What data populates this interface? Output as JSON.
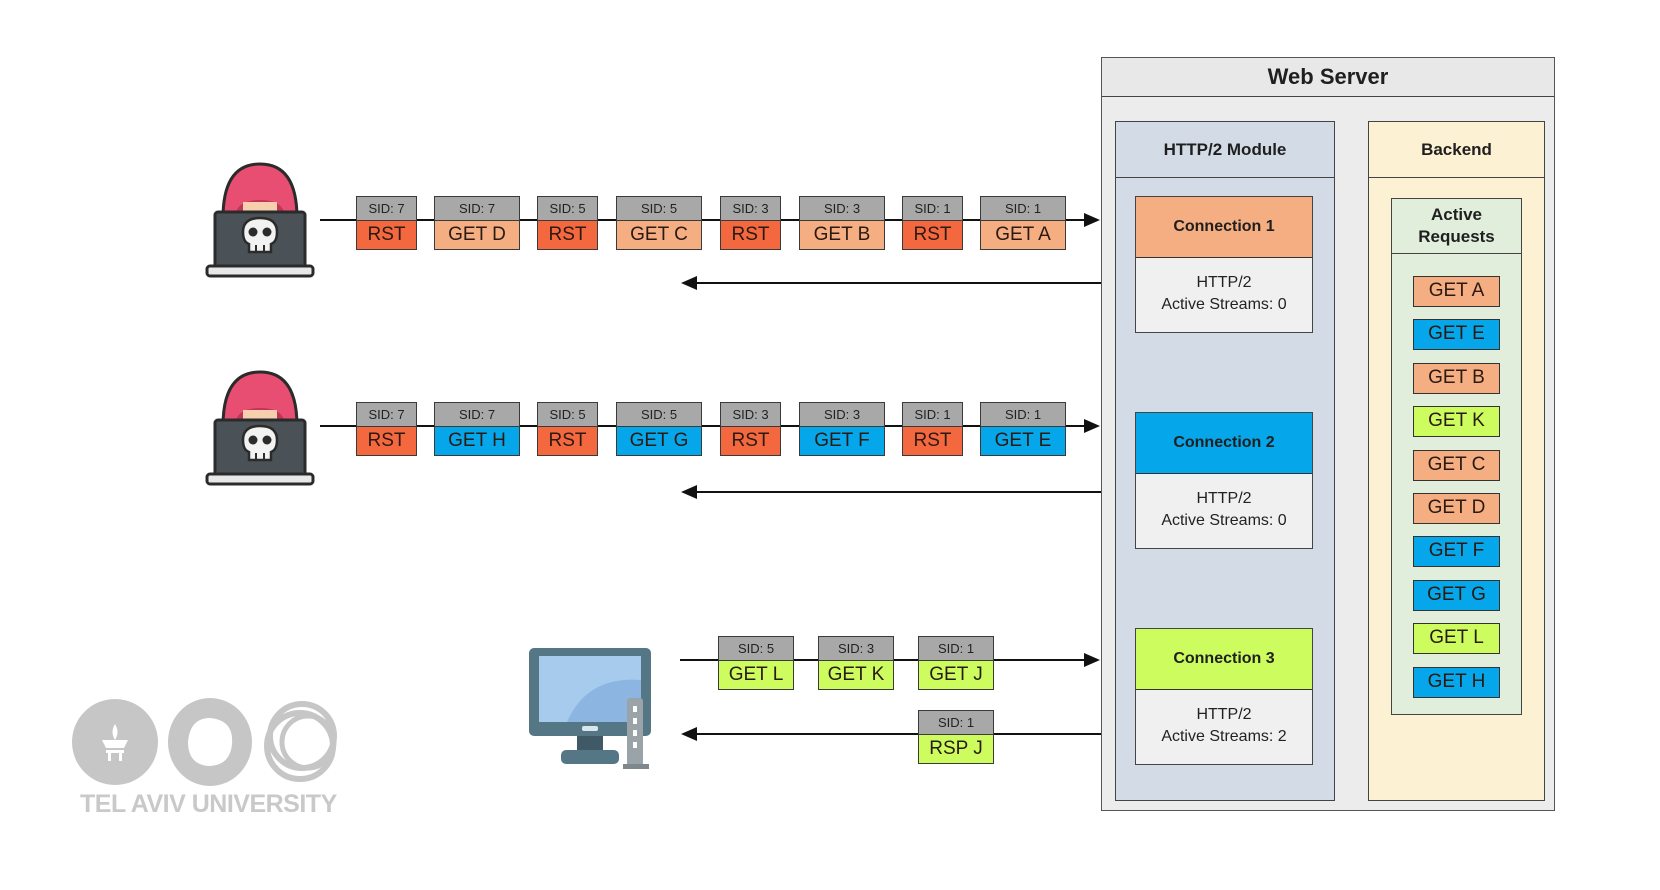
{
  "colors": {
    "rst": "#f4683f",
    "attacker1_get": "#f5ad82",
    "attacker2_get": "#05a7ea",
    "client_get": "#cdfc5e",
    "sid_header": "#a8a8a8",
    "module_bg": "#d3dbe6",
    "backend_bg": "#fdf1d4",
    "active_requests_bg": "#e0eedb"
  },
  "rows": [
    {
      "actor": "attacker",
      "icon": "hacker-laptop-icon",
      "packets": [
        {
          "sid": "SID: 7",
          "label": "RST",
          "kind": "rst"
        },
        {
          "sid": "SID: 7",
          "label": "GET D",
          "kind": "orange"
        },
        {
          "sid": "SID: 5",
          "label": "RST",
          "kind": "rst"
        },
        {
          "sid": "SID: 5",
          "label": "GET C",
          "kind": "orange"
        },
        {
          "sid": "SID: 3",
          "label": "RST",
          "kind": "rst"
        },
        {
          "sid": "SID: 3",
          "label": "GET B",
          "kind": "orange"
        },
        {
          "sid": "SID: 1",
          "label": "RST",
          "kind": "rst"
        },
        {
          "sid": "SID: 1",
          "label": "GET A",
          "kind": "orange"
        }
      ],
      "responses": []
    },
    {
      "actor": "attacker",
      "icon": "hacker-laptop-icon",
      "packets": [
        {
          "sid": "SID: 7",
          "label": "RST",
          "kind": "rst"
        },
        {
          "sid": "SID: 7",
          "label": "GET H",
          "kind": "blue"
        },
        {
          "sid": "SID: 5",
          "label": "RST",
          "kind": "rst"
        },
        {
          "sid": "SID: 5",
          "label": "GET G",
          "kind": "blue"
        },
        {
          "sid": "SID: 3",
          "label": "RST",
          "kind": "rst"
        },
        {
          "sid": "SID: 3",
          "label": "GET F",
          "kind": "blue"
        },
        {
          "sid": "SID: 1",
          "label": "RST",
          "kind": "rst"
        },
        {
          "sid": "SID: 1",
          "label": "GET E",
          "kind": "blue"
        }
      ],
      "responses": []
    },
    {
      "actor": "client",
      "icon": "desktop-computer-icon",
      "packets": [
        {
          "sid": "SID: 5",
          "label": "GET L",
          "kind": "green"
        },
        {
          "sid": "SID: 3",
          "label": "GET K",
          "kind": "green"
        },
        {
          "sid": "SID: 1",
          "label": "GET J",
          "kind": "green"
        }
      ],
      "responses": [
        {
          "sid": "SID: 1",
          "label": "RSP J",
          "kind": "green"
        }
      ]
    }
  ],
  "server": {
    "title": "Web Server",
    "module": {
      "title": "HTTP/2 Module",
      "connections": [
        {
          "title": "Connection 1",
          "protocol": "HTTP/2",
          "streams": "Active Streams: 0",
          "kind": "orange"
        },
        {
          "title": "Connection 2",
          "protocol": "HTTP/2",
          "streams": "Active Streams: 0",
          "kind": "blue"
        },
        {
          "title": "Connection 3",
          "protocol": "HTTP/2",
          "streams": "Active Streams: 2",
          "kind": "green"
        }
      ]
    },
    "backend": {
      "title": "Backend",
      "active_requests_title": "Active Requests",
      "requests": [
        {
          "label": "GET A",
          "kind": "orange"
        },
        {
          "label": "GET E",
          "kind": "blue"
        },
        {
          "label": "GET B",
          "kind": "orange"
        },
        {
          "label": "GET K",
          "kind": "green"
        },
        {
          "label": "GET C",
          "kind": "orange"
        },
        {
          "label": "GET D",
          "kind": "orange"
        },
        {
          "label": "GET F",
          "kind": "blue"
        },
        {
          "label": "GET G",
          "kind": "blue"
        },
        {
          "label": "GET L",
          "kind": "green"
        },
        {
          "label": "GET H",
          "kind": "blue"
        }
      ]
    }
  },
  "logo": {
    "text": "TEL AVIV UNIVERSITY"
  }
}
